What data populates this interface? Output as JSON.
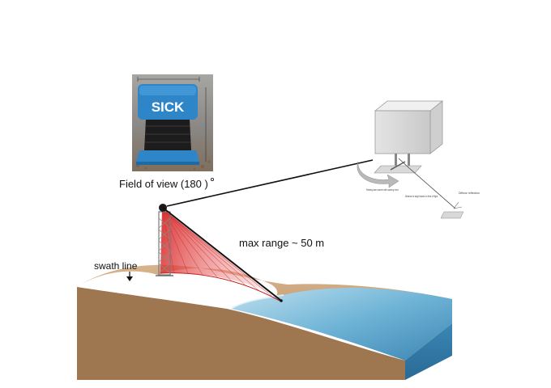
{
  "photo": {
    "brand": "SICK",
    "caption": "Field of view (180 )"
  },
  "labels": {
    "max_range": "max range ~ 50 m",
    "swath_line": "swath line"
  },
  "schematic": {
    "note1": "Rotating laser scanner with scanning mirror",
    "note2": "Distance to target based on time of flight",
    "note3": "Diffuse reflection"
  },
  "colors": {
    "ground": "#c29a70",
    "ground_dark": "#9c764f",
    "water": "#6fb0d2",
    "scan_fan": "#e04040",
    "sensor_blue": "#2e86c9"
  }
}
